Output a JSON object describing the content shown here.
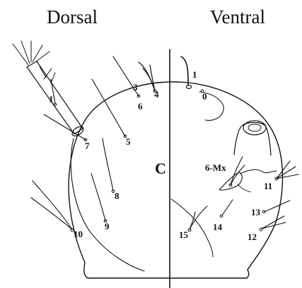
{
  "headings": {
    "dorsal": "Dorsal",
    "ventral": "Ventral"
  },
  "center_label": "C",
  "setae": {
    "d1": "1",
    "d3": "3",
    "d4": "4",
    "d5": "5",
    "d6": "6",
    "d7": "7",
    "d8": "8",
    "d9": "9",
    "d10": "10",
    "v1": "1",
    "v0": "0",
    "v6mx": "6-Mx",
    "v11": "11",
    "v12": "12",
    "v13": "13",
    "v14": "14",
    "v15": "15"
  }
}
